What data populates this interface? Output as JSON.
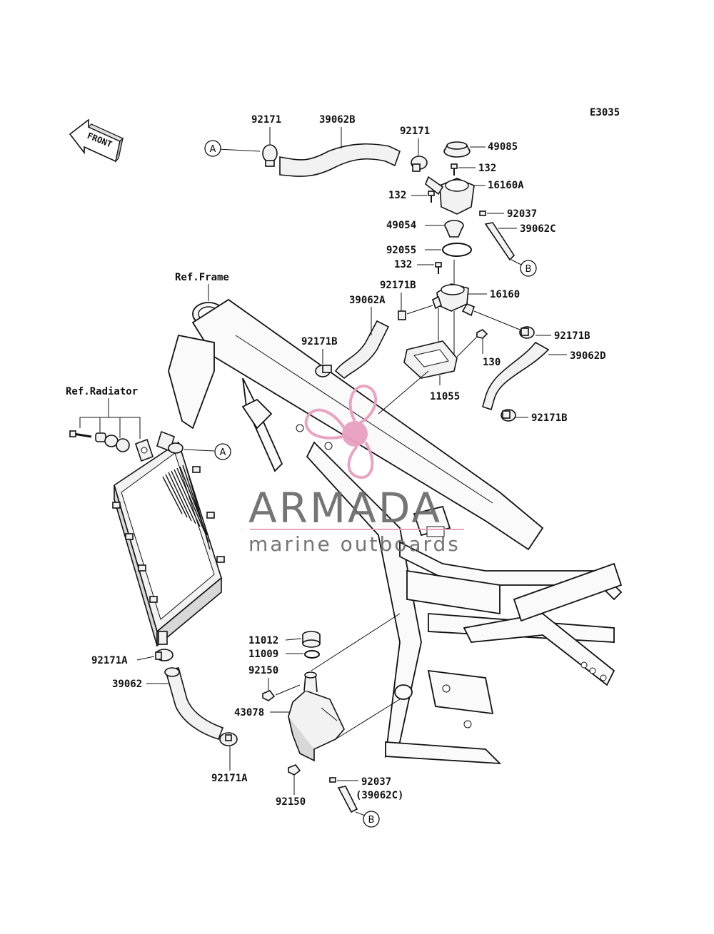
{
  "diagram_code": "E3035",
  "front_label": "FRONT",
  "refs": {
    "frame": "Ref.Frame",
    "radiator": "Ref.Radiator"
  },
  "watermark": {
    "brand": "ARMADA",
    "tagline": "marine outboards",
    "brand_color": "#e8a0c0"
  },
  "callouts": {
    "a1": "A",
    "a2": "A",
    "b1": "B",
    "b2": "B"
  },
  "parts": {
    "p92171_l": "92171",
    "p39062B": "39062B",
    "p92171_r": "92171",
    "p49085": "49085",
    "p132_a": "132",
    "p16160A": "16160A",
    "p132_b": "132",
    "p92037_a": "92037",
    "p49054": "49054",
    "p39062C": "39062C",
    "p92055": "92055",
    "p132_c": "132",
    "p92171B_a": "92171B",
    "p16160": "16160",
    "p39062A": "39062A",
    "p92171B_b": "92171B",
    "p92171B_c": "92171B",
    "p130": "130",
    "p39062D": "39062D",
    "p11055": "11055",
    "p92171B_d": "92171B",
    "p11012": "11012",
    "p11009": "11009",
    "p92150_a": "92150",
    "p43078": "43078",
    "p92171A_a": "92171A",
    "p39062": "39062",
    "p92171A_b": "92171A",
    "p92037_b": "92037",
    "p39062C_ref": "(39062C)",
    "p92150_b": "92150"
  }
}
